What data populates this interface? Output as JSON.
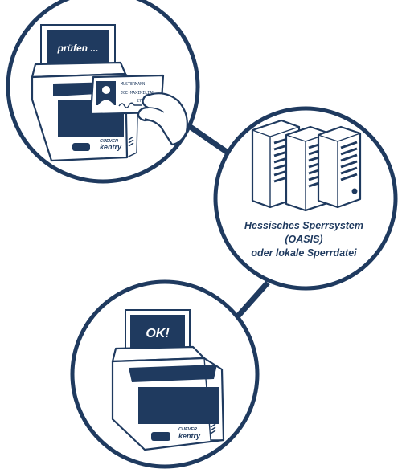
{
  "screens": {
    "top": "prüfen ...",
    "bottom": "OK!"
  },
  "card": {
    "name1": "MUSTERMANN",
    "name2": "JOE-MAXIMILIAN",
    "date": "27.08.19"
  },
  "brand": {
    "line1": "CUEVER",
    "line2": "kentry"
  },
  "server": {
    "line1": "Hessisches Sperrsystem",
    "line2": "(OASIS)",
    "line3": "oder lokale Sperrdatei"
  },
  "colors": {
    "primary": "#1f3a5f",
    "background": "#ffffff"
  }
}
